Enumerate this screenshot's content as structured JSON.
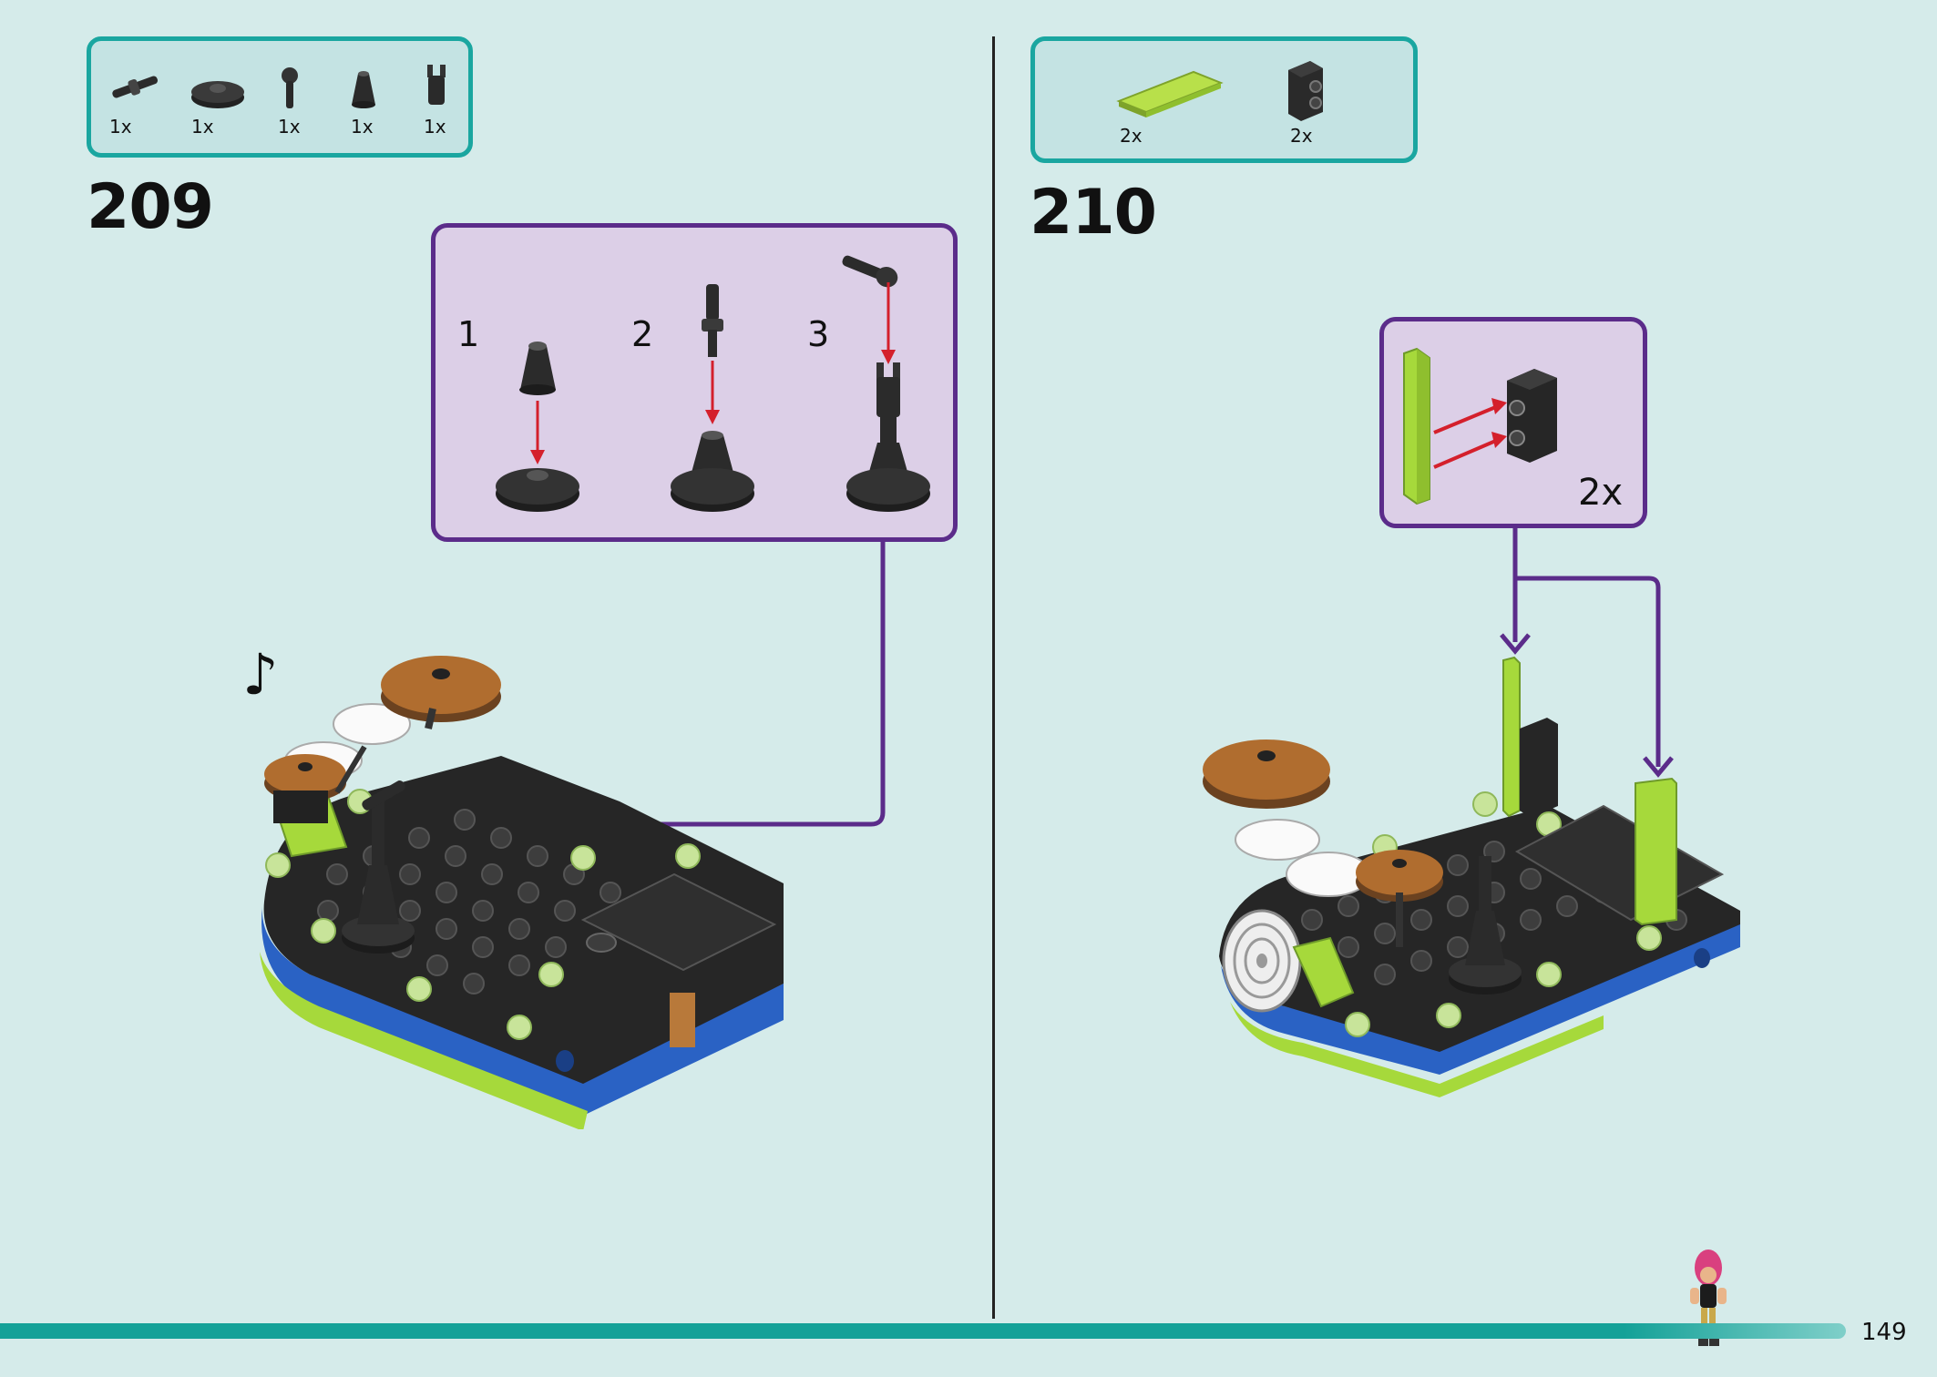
{
  "steps": [
    {
      "number": "209",
      "parts": [
        {
          "icon": "black-bar-with-clip-icon",
          "qty": "1x"
        },
        {
          "icon": "black-round-plate-icon",
          "qty": "1x"
        },
        {
          "icon": "black-microphone-icon",
          "qty": "1x"
        },
        {
          "icon": "black-cone-icon",
          "qty": "1x"
        },
        {
          "icon": "black-clip-holder-icon",
          "qty": "1x"
        }
      ],
      "substeps": [
        "1",
        "2",
        "3"
      ]
    },
    {
      "number": "210",
      "parts": [
        {
          "icon": "lime-tile-icon",
          "qty": "2x"
        },
        {
          "icon": "black-brick-with-studs-icon",
          "qty": "2x"
        }
      ],
      "callout_multiplier": "2x"
    }
  ],
  "decor": {
    "music_note": "♪"
  },
  "page_number": "149",
  "colors": {
    "background": "#d5ebea",
    "parts_border": "#1aa6a0",
    "callout_border": "#5b2c8a",
    "callout_fill": "#dccfe7",
    "arrow_red": "#d4202c",
    "lime": "#a6d93b",
    "blue": "#2a62c4"
  }
}
